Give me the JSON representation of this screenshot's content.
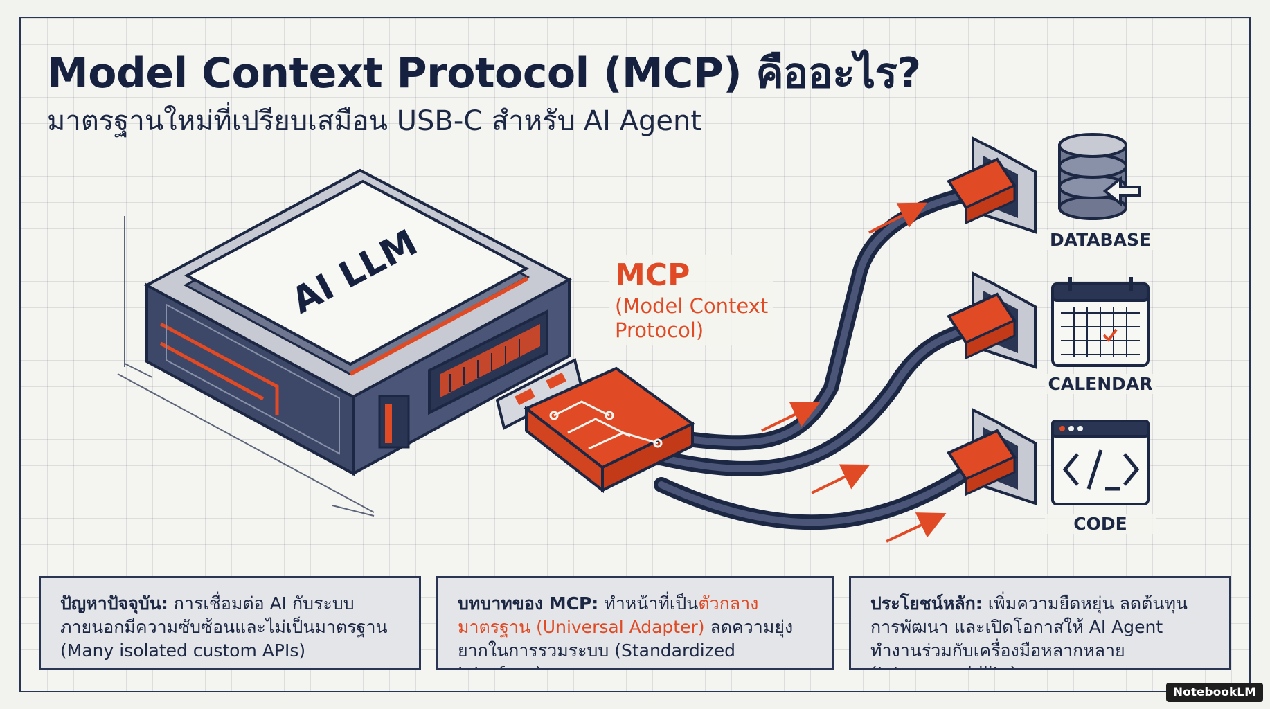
{
  "header": {
    "title": "Model Context Protocol (MCP) คืออะไร?",
    "subtitle": "มาตรฐานใหม่ที่เปรียบเสมือน USB-C สำหรับ AI Agent"
  },
  "device": {
    "label": "AI LLM"
  },
  "connector": {
    "label": "MCP",
    "sublabel_line1": "(Model Context",
    "sublabel_line2": "Protocol)"
  },
  "resources": [
    {
      "label": "DATABASE",
      "icon": "database-icon"
    },
    {
      "label": "CALENDAR",
      "icon": "calendar-icon"
    },
    {
      "label": "CODE",
      "icon": "code-window-icon"
    }
  ],
  "info_boxes": [
    {
      "heading": "ปัญหาปัจจุบัน:",
      "text_a": " การเชื่อมต่อ AI กับระบบภายนอกมีความซับซ้อนและไม่เป็นมาตรฐาน (Many isolated custom APIs)",
      "accent": "",
      "text_b": ""
    },
    {
      "heading": "บทบาทของ MCP:",
      "text_a": " ทำหน้าที่เป็น",
      "accent": "ตัวกลางมาตรฐาน (Universal Adapter)",
      "text_b": " ลดความยุ่งยากในการรวมระบบ (Standardized Interface)"
    },
    {
      "heading": "ประโยชน์หลัก:",
      "text_a": " เพิ่มความยืดหยุ่น ลดต้นทุนการพัฒนา และเปิดโอกาสให้ AI Agent ทำงานร่วมกับเครื่องมือหลากหลาย (Interoperability)",
      "accent": "",
      "text_b": ""
    }
  ],
  "watermark": "NotebookLM",
  "colors": {
    "navy": "#2a3553",
    "accent": "#e04a24",
    "panel": "#e4e5e8",
    "background": "#f2f2ee"
  }
}
